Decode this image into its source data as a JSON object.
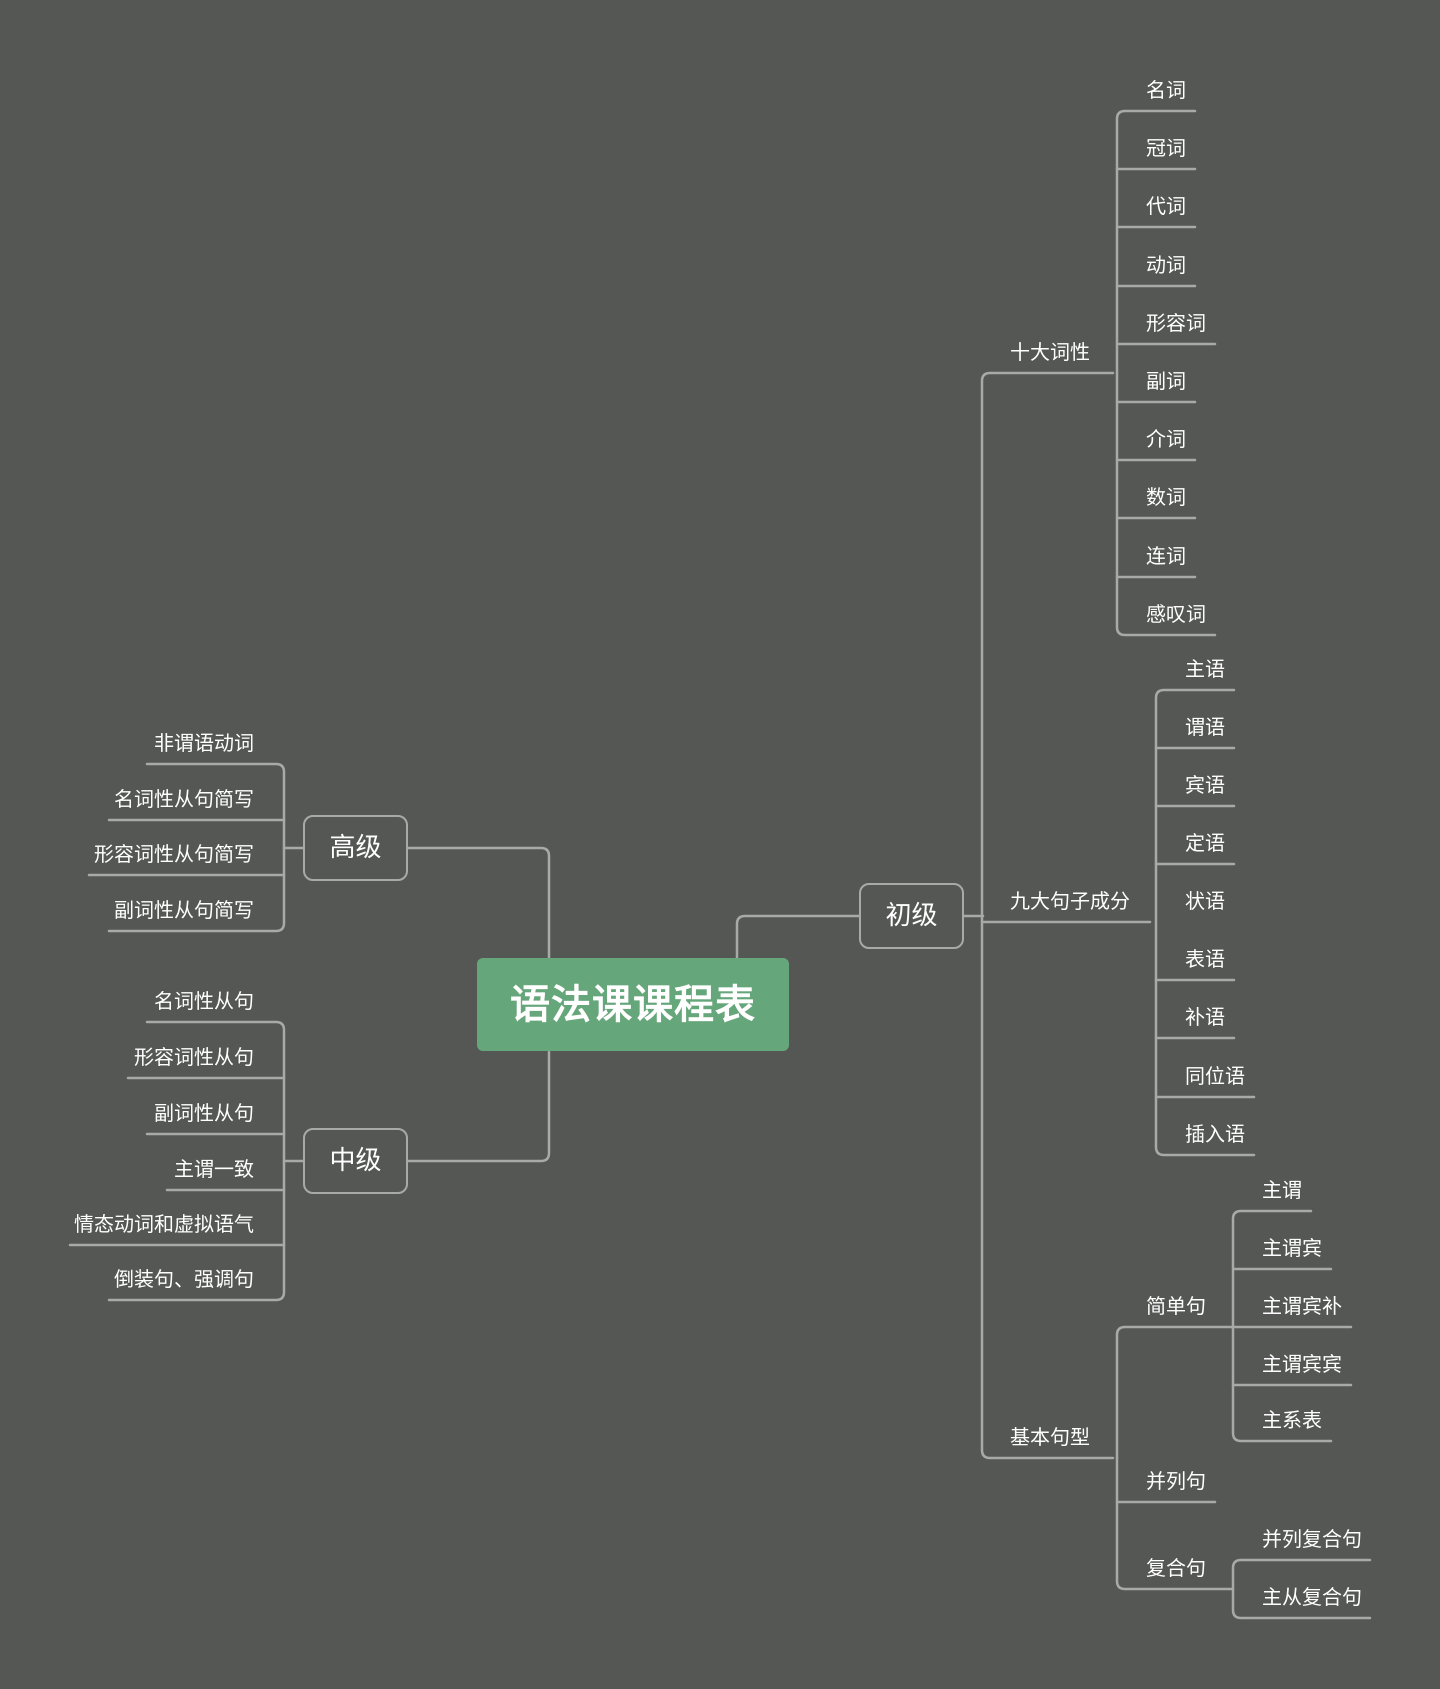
{
  "root": "语法课课程表",
  "beginner": {
    "label": "初级",
    "word_classes": {
      "label": "十大词性",
      "items": [
        "名词",
        "冠词",
        "代词",
        "动词",
        "形容词",
        "副词",
        "介词",
        "数词",
        "连词",
        "感叹词"
      ]
    },
    "sentence_elements": {
      "label": "九大句子成分",
      "items": [
        "主语",
        "谓语",
        "宾语",
        "定语",
        "状语",
        "表语",
        "补语",
        "同位语",
        "插入语"
      ]
    },
    "sentence_patterns": {
      "label": "基本句型",
      "simple": {
        "label": "简单句",
        "items": [
          "主谓",
          "主谓宾",
          "主谓宾补",
          "主谓宾宾",
          "主系表"
        ]
      },
      "compound": {
        "label": "并列句"
      },
      "complex": {
        "label": "复合句",
        "items": [
          "并列复合句",
          "主从复合句"
        ]
      }
    }
  },
  "advanced": {
    "label": "高级",
    "items": [
      "非谓语动词",
      "名词性从句简写",
      "形容词性从句简写",
      "副词性从句简写"
    ]
  },
  "intermediate": {
    "label": "中级",
    "items": [
      "名词性从句",
      "形容词性从句",
      "副词性从句",
      "主谓一致",
      "情态动词和虚拟语气",
      "倒装句、强调句"
    ]
  },
  "colors": {
    "background": "#555754",
    "root_fill": "#66a67b",
    "line": "#a8aaa7",
    "text": "#ffffff"
  }
}
